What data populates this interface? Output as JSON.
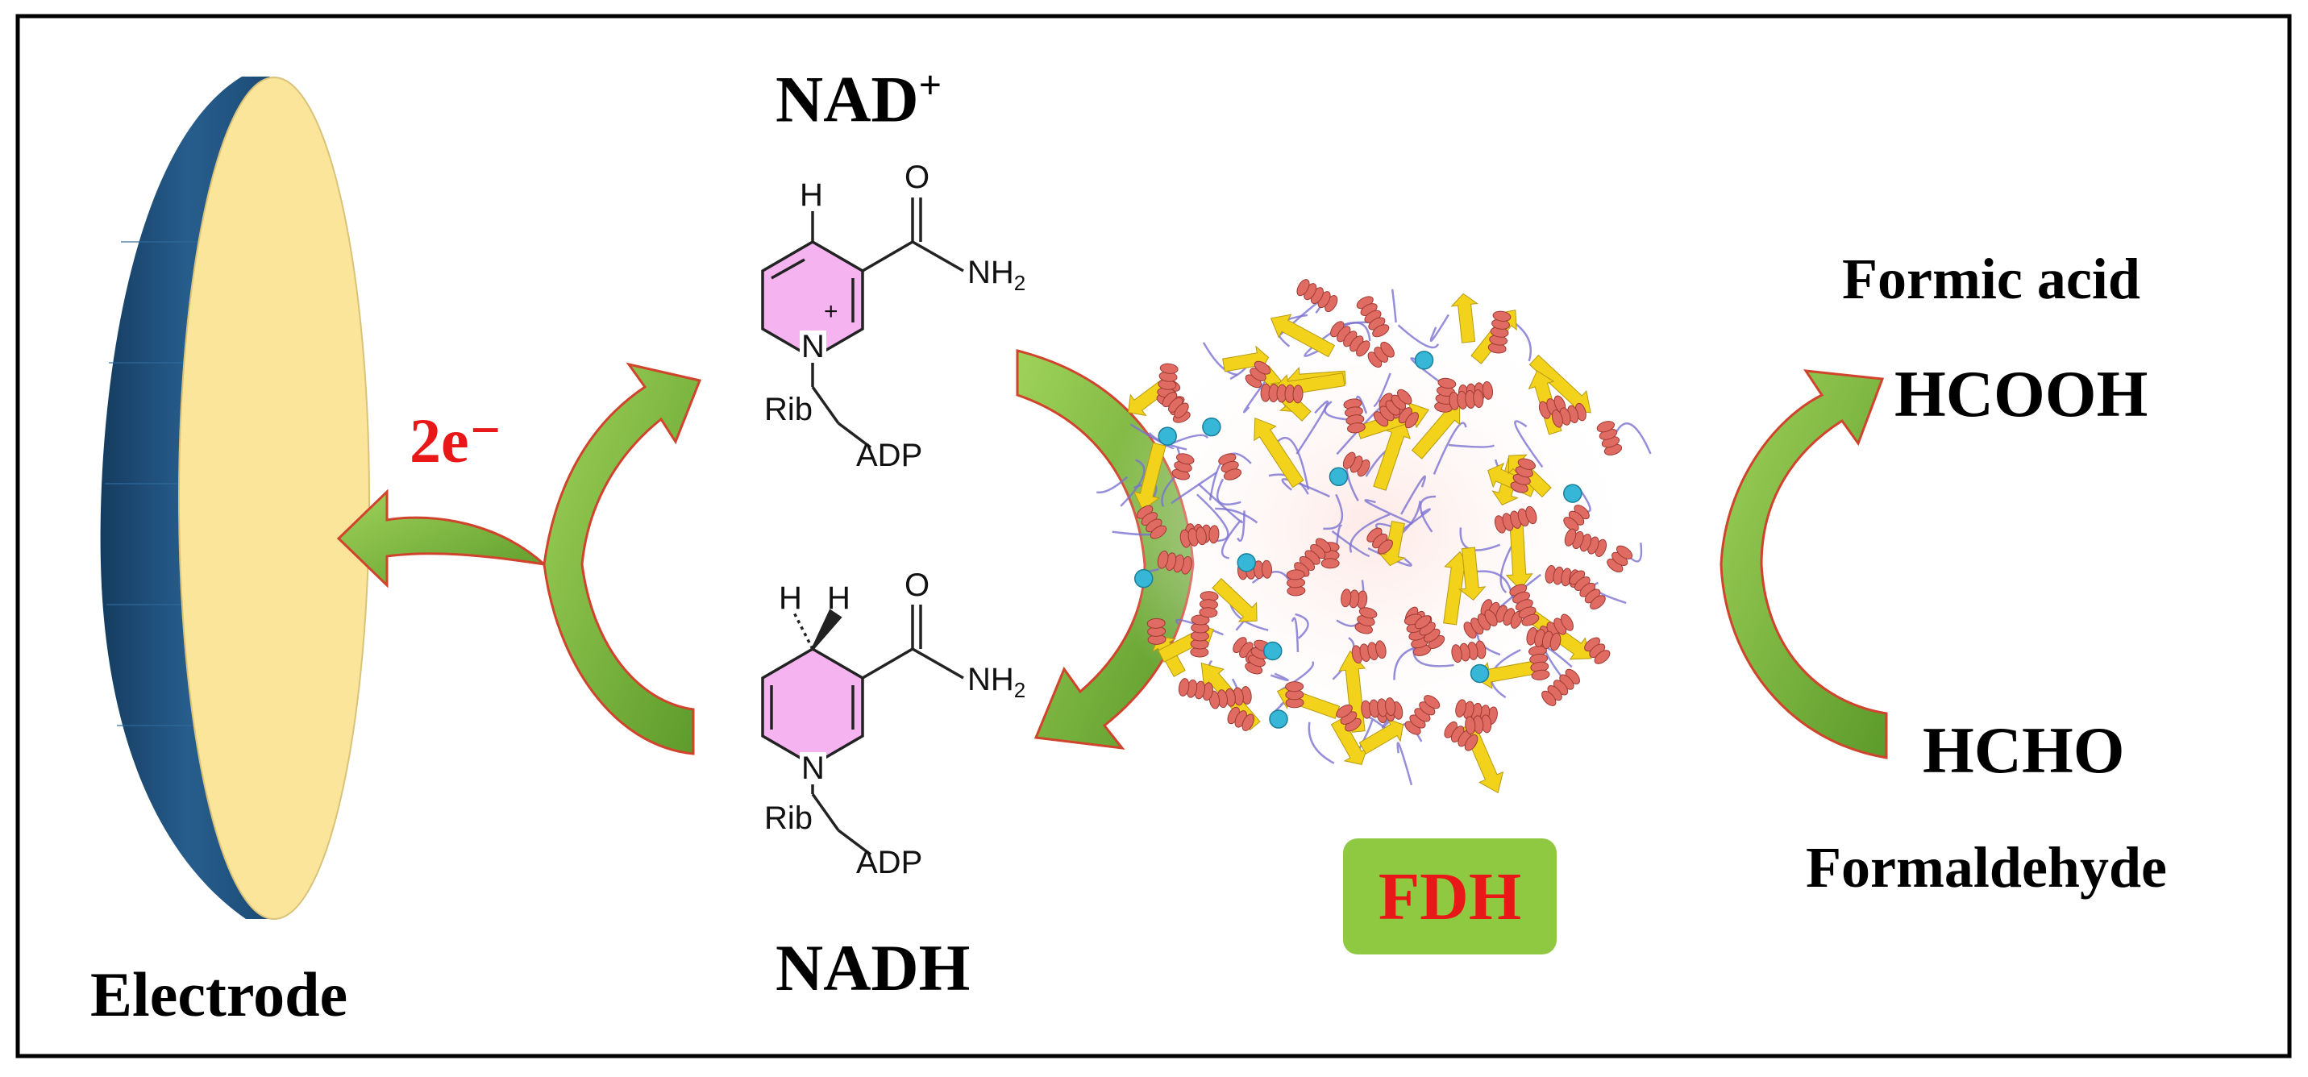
{
  "labels": {
    "electrode": "Electrode",
    "electrons": "2e⁻",
    "nad_plus": "NAD",
    "nad_plus_sup": "+",
    "nadh": "NADH",
    "enzyme": "FDH",
    "formic_acid": "Formic acid",
    "hcooh": "HCOOH",
    "hcho": "HCHO",
    "formaldehyde": "Formaldehyde"
  },
  "nad_structure": {
    "h": "H",
    "o": "O",
    "nh2": "NH",
    "nh2_sub": "2",
    "n": "N",
    "plus": "+",
    "rib": "Rib",
    "adp": "ADP"
  },
  "nadh_structure": {
    "h1": "H",
    "h2": "H",
    "o": "O",
    "nh2": "NH",
    "nh2_sub": "2",
    "n": "N",
    "rib": "Rib",
    "adp": "ADP"
  },
  "colors": {
    "frame": "#000000",
    "electrode_face": "#fbe59a",
    "electrode_side": "#1f4e79",
    "arrow_fill": "#7fbf3f",
    "arrow_dark": "#4f8a24",
    "arrow_edge": "#c0392b",
    "ring_fill": "#f5b3f0",
    "electron_text": "#e81818",
    "helix": "#e06b63",
    "sheet": "#f2d21b",
    "loop": "#7a72d1",
    "ligand": "#37b7d8"
  }
}
